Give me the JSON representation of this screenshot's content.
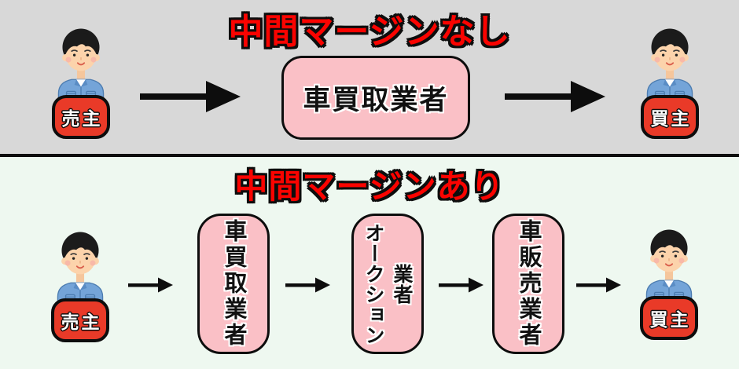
{
  "colors": {
    "top_bg": "#d8d8d8",
    "bottom_bg": "#eef8f0",
    "ink": "#0d0d0d",
    "title_red": "#fa0300",
    "box_pink": "#fac0c6",
    "badge_red": "#e93a28",
    "badge_text": "#ffffff",
    "box_text": "#111111"
  },
  "top_section": {
    "title": "中間マージンなし",
    "seller_label": "売主",
    "buyer_label": "買主",
    "box_label": "車買取業者"
  },
  "bottom_section": {
    "title": "中間マージンあり",
    "seller_label": "売主",
    "buyer_label": "買主",
    "boxes": [
      {
        "label": "車買取業者"
      },
      {
        "label": "業者オークション",
        "column_right": "業者",
        "column_left": "オークション"
      },
      {
        "label": "車販売業者"
      }
    ]
  }
}
